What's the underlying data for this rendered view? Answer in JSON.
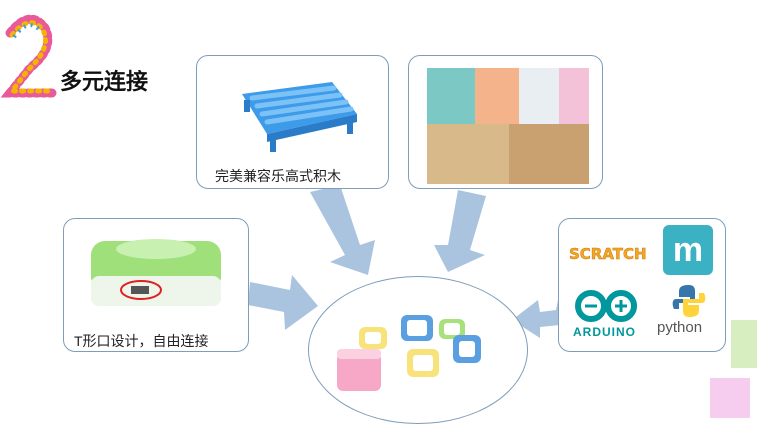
{
  "slide": {
    "number": "2",
    "title": "多元连接"
  },
  "cards": {
    "blocks_caption": "完美兼容乐高式积木",
    "port_caption": "T形口设计，自由连接"
  },
  "logos": {
    "scratch": "SCRATCH",
    "arduino": "ARDUINO",
    "python": "python",
    "makecode": "m"
  },
  "colors": {
    "arrow": "#aac4e0",
    "card_border": "#7f9db9",
    "green_square": "#d6eec0",
    "pink_square": "#f6cdee"
  }
}
